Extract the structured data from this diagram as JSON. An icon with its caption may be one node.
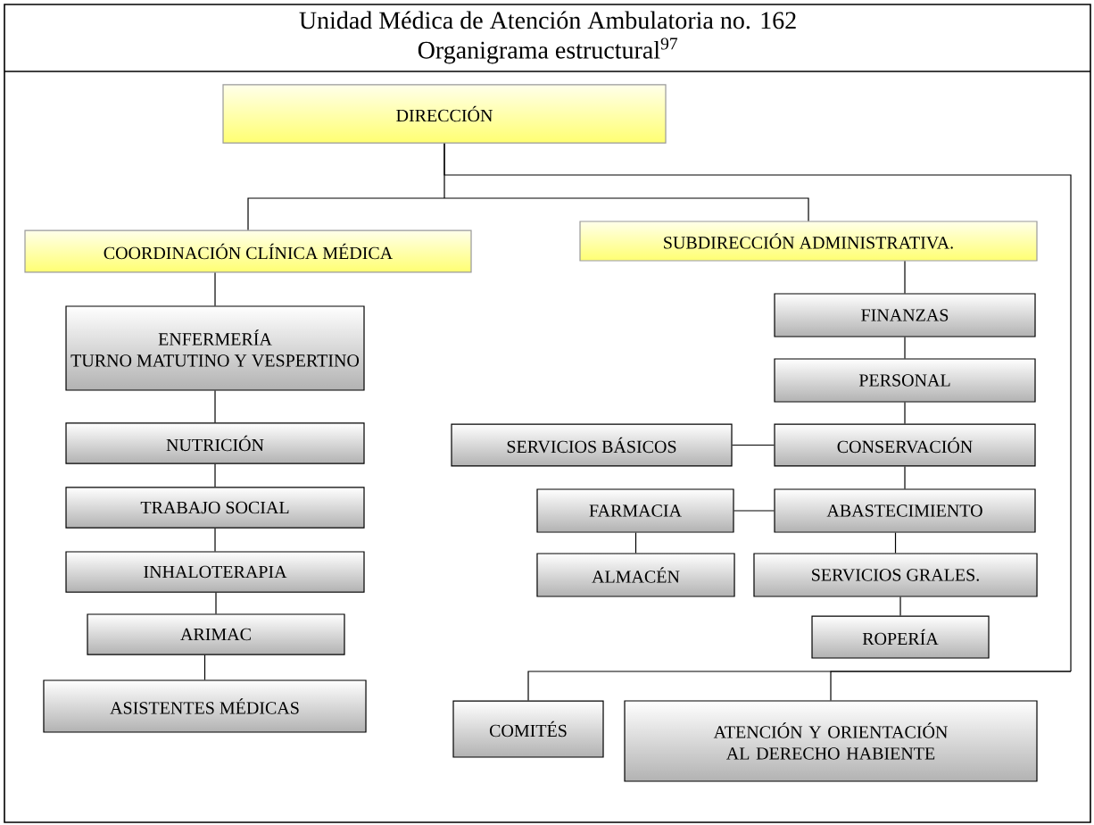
{
  "diagram": {
    "title": "Unidad Médica de Atención Ambulatoria no. 162 Organigrama estructural$^{97}$",
    "nodes": [
      {
        "text": [
          "DIRECCIÓN"
        ]
      },
      {
        "text": [
          "COORDINACIÓN CLÍNICA MÉDICA"
        ]
      },
      {
        "text": [
          "SUBDIRECCIÓN ADMINISTRATIVA."
        ]
      },
      {
        "text": [
          "ENFERMERÍA",
          "TURNO MATUTINO Y VESPERTINO"
        ]
      },
      {
        "text": [
          "NUTRICIÓN"
        ]
      },
      {
        "text": [
          "TRABAJO SOCIAL"
        ]
      },
      {
        "text": [
          "INHALOTERAPIA"
        ]
      },
      {
        "text": [
          "ARIMAC"
        ]
      },
      {
        "text": [
          "ASISTENTES MÉDICAS"
        ]
      },
      {
        "text": [
          "FINANZAS"
        ]
      },
      {
        "text": [
          "PERSONAL"
        ]
      },
      {
        "text": [
          "SERVICIOS BÁSICOS"
        ]
      },
      {
        "text": [
          "CONSERVACIÓN"
        ]
      },
      {
        "text": [
          "FARMACIA"
        ]
      },
      {
        "text": [
          "ABASTECIMIENTO"
        ]
      },
      {
        "text": [
          "ALMACÉN"
        ]
      },
      {
        "text": [
          "SERVICIOS GRALES."
        ]
      },
      {
        "text": [
          "ROPERÍA"
        ]
      },
      {
        "text": [
          "COMITÉS"
        ]
      },
      {
        "text": [
          "ATENCIÓN Y ORIENTACIÓN AL DERECHO HABIENTE"
        ]
      }
    ],
    "edges": [
      {
        "from": 0,
        "to": 1,
        "arrow": "none"
      },
      {
        "from": 0,
        "to": 2,
        "arrow": "none"
      },
      {
        "from": 0,
        "to": 18,
        "arrow": "none"
      },
      {
        "from": 0,
        "to": 19,
        "arrow": "none"
      },
      {
        "from": 1,
        "to": 3,
        "arrow": "none"
      },
      {
        "from": 3,
        "to": 4,
        "arrow": "none"
      },
      {
        "from": 4,
        "to": 5,
        "arrow": "none"
      },
      {
        "from": 5,
        "to": 6,
        "arrow": "none"
      },
      {
        "from": 6,
        "to": 7,
        "arrow": "none"
      },
      {
        "from": 7,
        "to": 8,
        "arrow": "none"
      },
      {
        "from": 2,
        "to": 9,
        "arrow": "none"
      },
      {
        "from": 9,
        "to": 10,
        "arrow": "none"
      },
      {
        "from": 10,
        "to": 12,
        "arrow": "none"
      },
      {
        "from": 12,
        "to": 11,
        "arrow": "none"
      },
      {
        "from": 12,
        "to": 14,
        "arrow": "none"
      },
      {
        "from": 14,
        "to": 13,
        "arrow": "none"
      },
      {
        "from": 13,
        "to": 15,
        "arrow": "none"
      },
      {
        "from": 14,
        "to": 16,
        "arrow": "none"
      },
      {
        "from": 16,
        "to": 17,
        "arrow": "none"
      }
    ]
  }
}
